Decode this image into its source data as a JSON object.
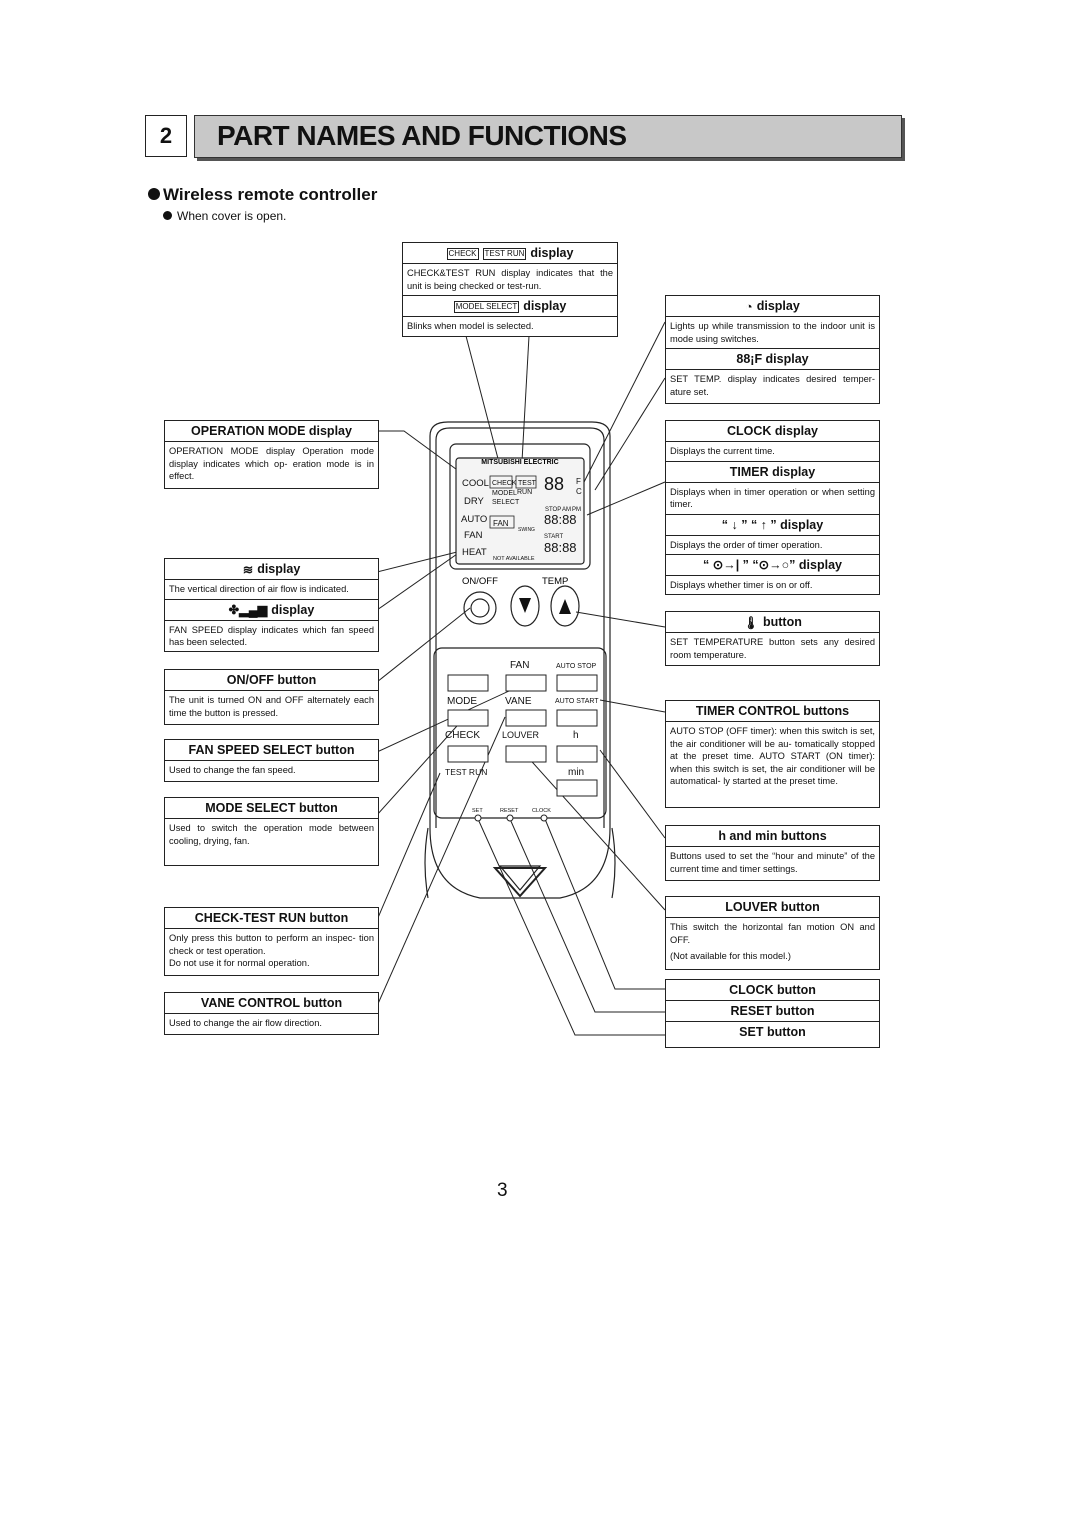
{
  "section": {
    "number": "2",
    "title": "PART NAMES AND FUNCTIONS"
  },
  "subtitle": "Wireless remote controller",
  "note": "When cover is open.",
  "boxes": {
    "check_display": {
      "tags": [
        "CHECK",
        "TEST RUN"
      ],
      "title": "display",
      "body": "CHECK&TEST RUN display indicates that the unit is being checked or test-run."
    },
    "model_display": {
      "tag": "MODEL SELECT",
      "title": "display",
      "body": "Blinks when model is selected."
    },
    "transmit_display": {
      "title": "display",
      "body": "Lights up while transmission to the indoor unit is mode using switches."
    },
    "temp_display": {
      "title": "88¡F display",
      "body": "SET TEMP. display indicates desired temper- ature set."
    },
    "clock_display": {
      "title": "CLOCK display",
      "body": "Displays the current time."
    },
    "timer_display": {
      "title": "TIMER display",
      "body": "Displays when in timer operation or when setting timer."
    },
    "arrows_display": {
      "title": "“ ↓ ” “ ↑ ” display",
      "body": "Displays the order of timer operation."
    },
    "onoff_timer_display": {
      "title": "“ ⊙→| ” “⊙→○” display",
      "body": "Displays whether timer is on or off."
    },
    "temp_button": {
      "title": "button",
      "body": "SET TEMPERATURE button sets any desired room temperature."
    },
    "timer_control": {
      "title": "TIMER CONTROL buttons",
      "body": "AUTO STOP (OFF timer): when this switch is set, the air conditioner will be au- tomatically stopped at the preset time. AUTO START (ON timer): when this switch is set, the air conditioner will be automatical- ly started at the preset time."
    },
    "h_min": {
      "title": "h and min buttons",
      "body": "Buttons used to set the “hour and minute” of the current time and timer settings."
    },
    "louver": {
      "title": "LOUVER button",
      "body": "This switch the horizontal fan motion ON and OFF.",
      "extra": "(Not available for this model.)"
    },
    "clock_button": {
      "title": "CLOCK button"
    },
    "reset_button": {
      "title": "RESET button"
    },
    "set_button": {
      "title": "SET button"
    },
    "operation_mode": {
      "title": "OPERATION MODE display",
      "body": "OPERATION MODE display Operation mode display indicates which op- eration mode is in effect."
    },
    "vane_display": {
      "title": "display",
      "body": "The vertical direction of air flow is indicated."
    },
    "fan_display": {
      "title": "display",
      "body": "FAN SPEED display indicates which fan speed has been selected."
    },
    "onoff_button": {
      "title": "ON/OFF button",
      "body": "The unit is turned ON and OFF alternately each time the button is pressed."
    },
    "fan_speed_select": {
      "title": "FAN SPEED SELECT button",
      "body": "Used to change the fan speed."
    },
    "mode_select": {
      "title": "MODE SELECT button",
      "body": "Used to switch the operation mode between cooling, drying, fan."
    },
    "check_test": {
      "title": "CHECK-TEST RUN button",
      "body": "Only press this button to perform an inspec- tion check or test operation.",
      "extra": "Do not use it for normal operation."
    },
    "vane_control": {
      "title": "VANE CONTROL button",
      "body": "Used to change the air flow direction."
    }
  },
  "remote": {
    "brand": "MITSUBISHI ELECTRIC",
    "modes": [
      "COOL",
      "DRY",
      "AUTO",
      "FAN",
      "HEAT"
    ],
    "lcd_check": "CHECK",
    "lcd_test": "TEST",
    "lcd_run": "RUN",
    "lcd_model": "MODEL",
    "lcd_select": "SELECT",
    "lcd_fan": "FAN",
    "lcd_stop": "STOP",
    "lcd_start": "START",
    "lcd_am": "AM",
    "lcd_pm": "PM",
    "lcd_swing": "SWING",
    "lcd_not_available": "NOT AVAILABLE",
    "lcd_temp_digits": "88",
    "lcd_f": "F",
    "lcd_c": "C",
    "lcd_time_digits": "88:88",
    "onoff_label": "ON/OFF",
    "temp_label": "TEMP",
    "fan_label": "FAN",
    "mode_label": "MODE",
    "vane_label": "VANE",
    "check_label": "CHECK",
    "louver_label": "LOUVER",
    "test_run_label": "TEST RUN",
    "auto_stop_label": "AUTO STOP",
    "auto_start_label": "AUTO START",
    "h_label": "h",
    "min_label": "min",
    "set_label": "SET",
    "reset_label": "RESET",
    "clock_label": "CLOCK"
  },
  "page_number": "3"
}
